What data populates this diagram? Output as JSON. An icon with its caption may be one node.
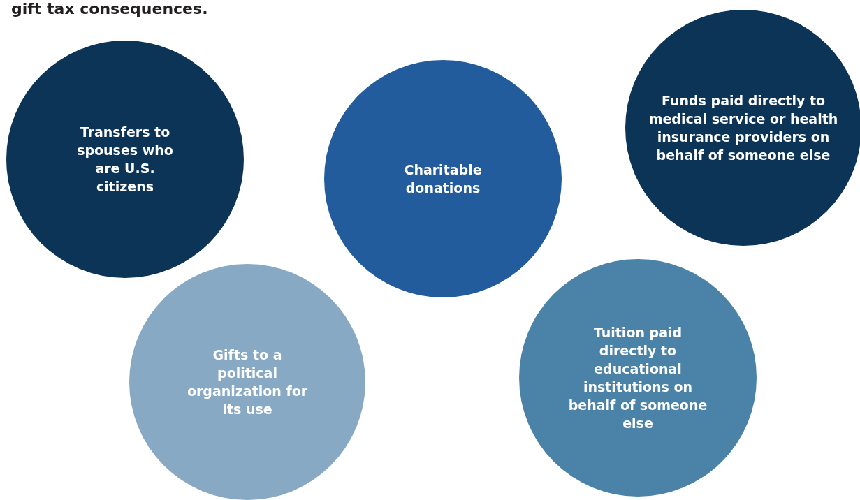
{
  "diagram": {
    "title": "gift tax consequences.",
    "nodes": [
      {
        "text": [
          "Transfers to spouses who are U.S. citizens"
        ]
      },
      {
        "text": [
          "Charitable donations"
        ]
      },
      {
        "text": [
          "Funds paid directly to medical service or health insurance providers on behalf of someone else"
        ]
      },
      {
        "text": [
          "Gifts to a political organization for its use"
        ]
      },
      {
        "text": [
          "Tuition paid directly to educational institutions on behalf of someone else"
        ]
      }
    ]
  }
}
